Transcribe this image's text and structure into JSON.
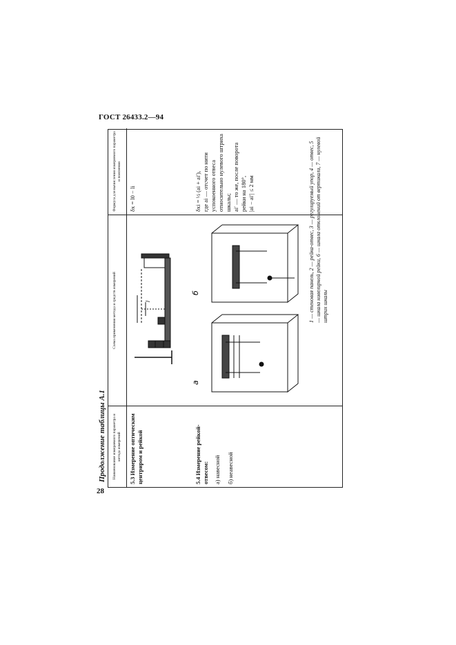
{
  "header": {
    "doc_code": "ГОСТ 26433.2—94"
  },
  "footer": {
    "page_number": "28"
  },
  "table": {
    "caption": "Продолжение таблицы А.1",
    "headers": {
      "name": "Наименование измеряемого параметра и метода измерений",
      "scheme": "Схема применения метода и средств измерений",
      "formula": "Формула для вычисления измеряемого параметра и пояснения"
    },
    "rows": {
      "r53": {
        "title": "5.3 Измерение оптическим центриром и рейкой",
        "formula": "δх = l0 − li"
      },
      "r54": {
        "title": "5.4 Измерение рейкой-отвесом:",
        "item_a": "а) навесной",
        "item_b": "б) неавесной",
        "fig_a": "а",
        "fig_b": "б",
        "legend": "1 — стеновая панель, 2 — рейка-отвес, 3 — регулируемый упор, 4 — отвес, 5 — шкала нивелирной рейки, 6 — шкала отклонений от вертикали, 7 — нулевой штрих шкалы",
        "formula": {
          "line1": "δхi = ½ (ai + ai′),",
          "line2": "где ai — отсчет по нити",
          "line3": "успокоенного отвеса",
          "line4": "относительно нулевого штриха",
          "line5": "шкалы;",
          "line6": "ai′ — то же, после поворота",
          "line7": "рейки на 180°,",
          "line8": "|ai − ai′| ≤ 2 мм"
        }
      }
    }
  }
}
